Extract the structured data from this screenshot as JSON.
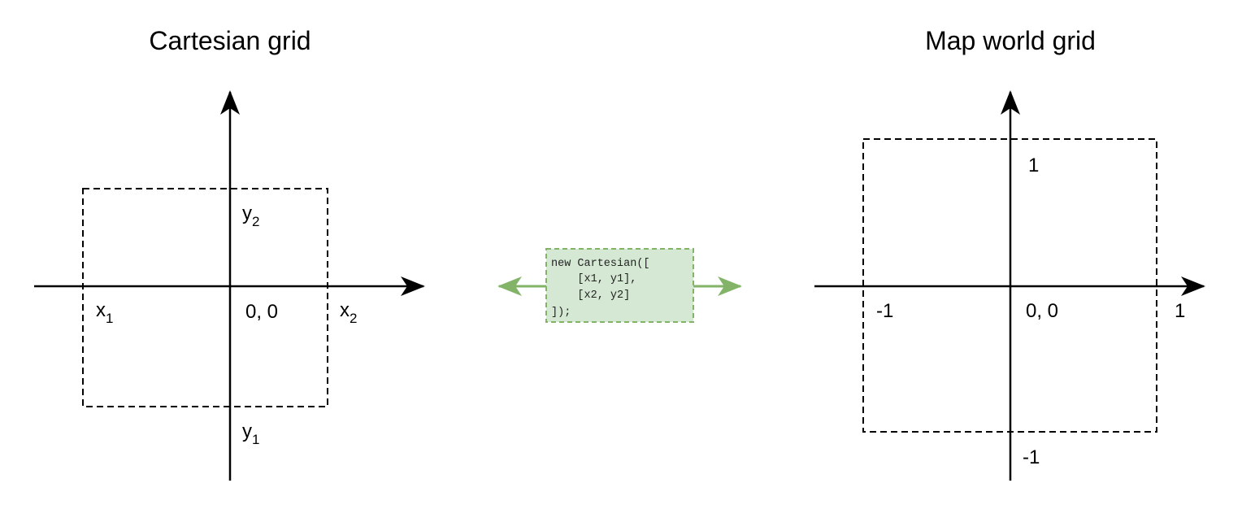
{
  "left_panel": {
    "title": "Cartesian grid",
    "x_min": {
      "base": "x",
      "sub": "1"
    },
    "x_max": {
      "base": "x",
      "sub": "2"
    },
    "y_min": {
      "base": "y",
      "sub": "1"
    },
    "y_max": {
      "base": "y",
      "sub": "2"
    },
    "origin": "0, 0"
  },
  "center": {
    "code_lines": [
      "new Cartesian([",
      "    [x1, y1],",
      "    [x2, y2]",
      "]);"
    ],
    "box_fill": "#d5e8d4",
    "box_stroke": "#82b366"
  },
  "right_panel": {
    "title": "Map world grid",
    "x_min": "-1",
    "x_max": "1",
    "y_min": "-1",
    "y_max": "1",
    "origin": "0, 0"
  },
  "colors": {
    "axis": "#000000",
    "arrow_green": "#82b366"
  }
}
